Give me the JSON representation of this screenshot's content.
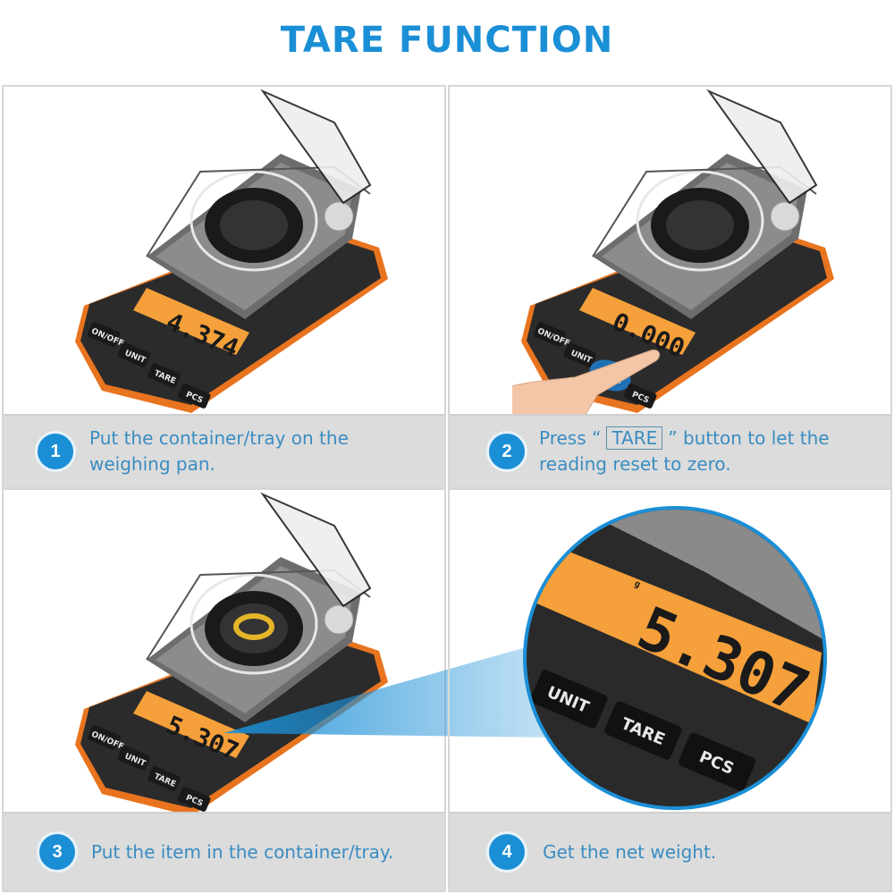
{
  "title": "TARE FUNCTION",
  "colors": {
    "accent": "#1b8fd6",
    "caption_bg": "#dcdcdc",
    "caption_text": "#3a8dc2",
    "lcd_orange": "#f5a03a",
    "scale_body": "#2b2b2b",
    "scale_trim": "#e8741f"
  },
  "steps": [
    {
      "number": "1",
      "text": "Put the container/tray on the weighing pan.",
      "display": "4.374",
      "buttons": [
        "ON/OFF",
        "UNIT",
        "TARE",
        "PCS"
      ]
    },
    {
      "number": "2",
      "text_before": "Press “",
      "text_key": "TARE",
      "text_after": "” button to let the reading reset to zero.",
      "display": "0.000",
      "buttons": [
        "ON/OFF",
        "UNIT",
        "TARE",
        "PCS"
      ]
    },
    {
      "number": "3",
      "text": "Put the item in the container/tray.",
      "display": "5.307",
      "buttons": [
        "ON/OFF",
        "UNIT",
        "TARE",
        "PCS"
      ]
    },
    {
      "number": "4",
      "text": "Get the net weight.",
      "display": "5.307",
      "unit": "g",
      "buttons": [
        "UNIT",
        "TARE",
        "PCS"
      ]
    }
  ]
}
